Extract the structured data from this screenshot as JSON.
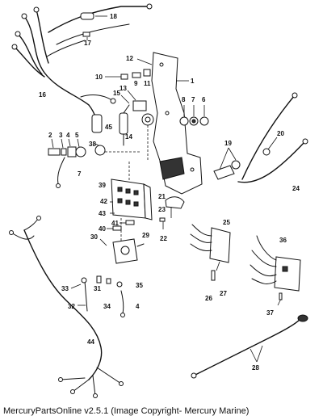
{
  "caption": "MercuryPartsOnline v2.5.1 (Image Copyright- Mercury Marine)",
  "callouts": {
    "c1": "1",
    "c2": "2",
    "c3": "3",
    "c4": "4",
    "c4b": "4",
    "c5": "5",
    "c6": "6",
    "c7": "7",
    "c7b": "7",
    "c8": "8",
    "c9": "9",
    "c10": "10",
    "c11": "11",
    "c12": "12",
    "c13": "13",
    "c14": "14",
    "c15": "15",
    "c16": "16",
    "c17": "17",
    "c18": "18",
    "c19": "19",
    "c20": "20",
    "c21": "21",
    "c22": "22",
    "c23": "23",
    "c24": "24",
    "c25": "25",
    "c26": "26",
    "c27": "27",
    "c28": "28",
    "c29": "29",
    "c30": "30",
    "c31": "31",
    "c32": "32",
    "c33": "33",
    "c34": "34",
    "c35": "35",
    "c36": "36",
    "c37": "37",
    "c38": "38",
    "c39": "39",
    "c40": "40",
    "c41": "41",
    "c42": "42",
    "c43": "43",
    "c44": "44",
    "c45": "45"
  }
}
